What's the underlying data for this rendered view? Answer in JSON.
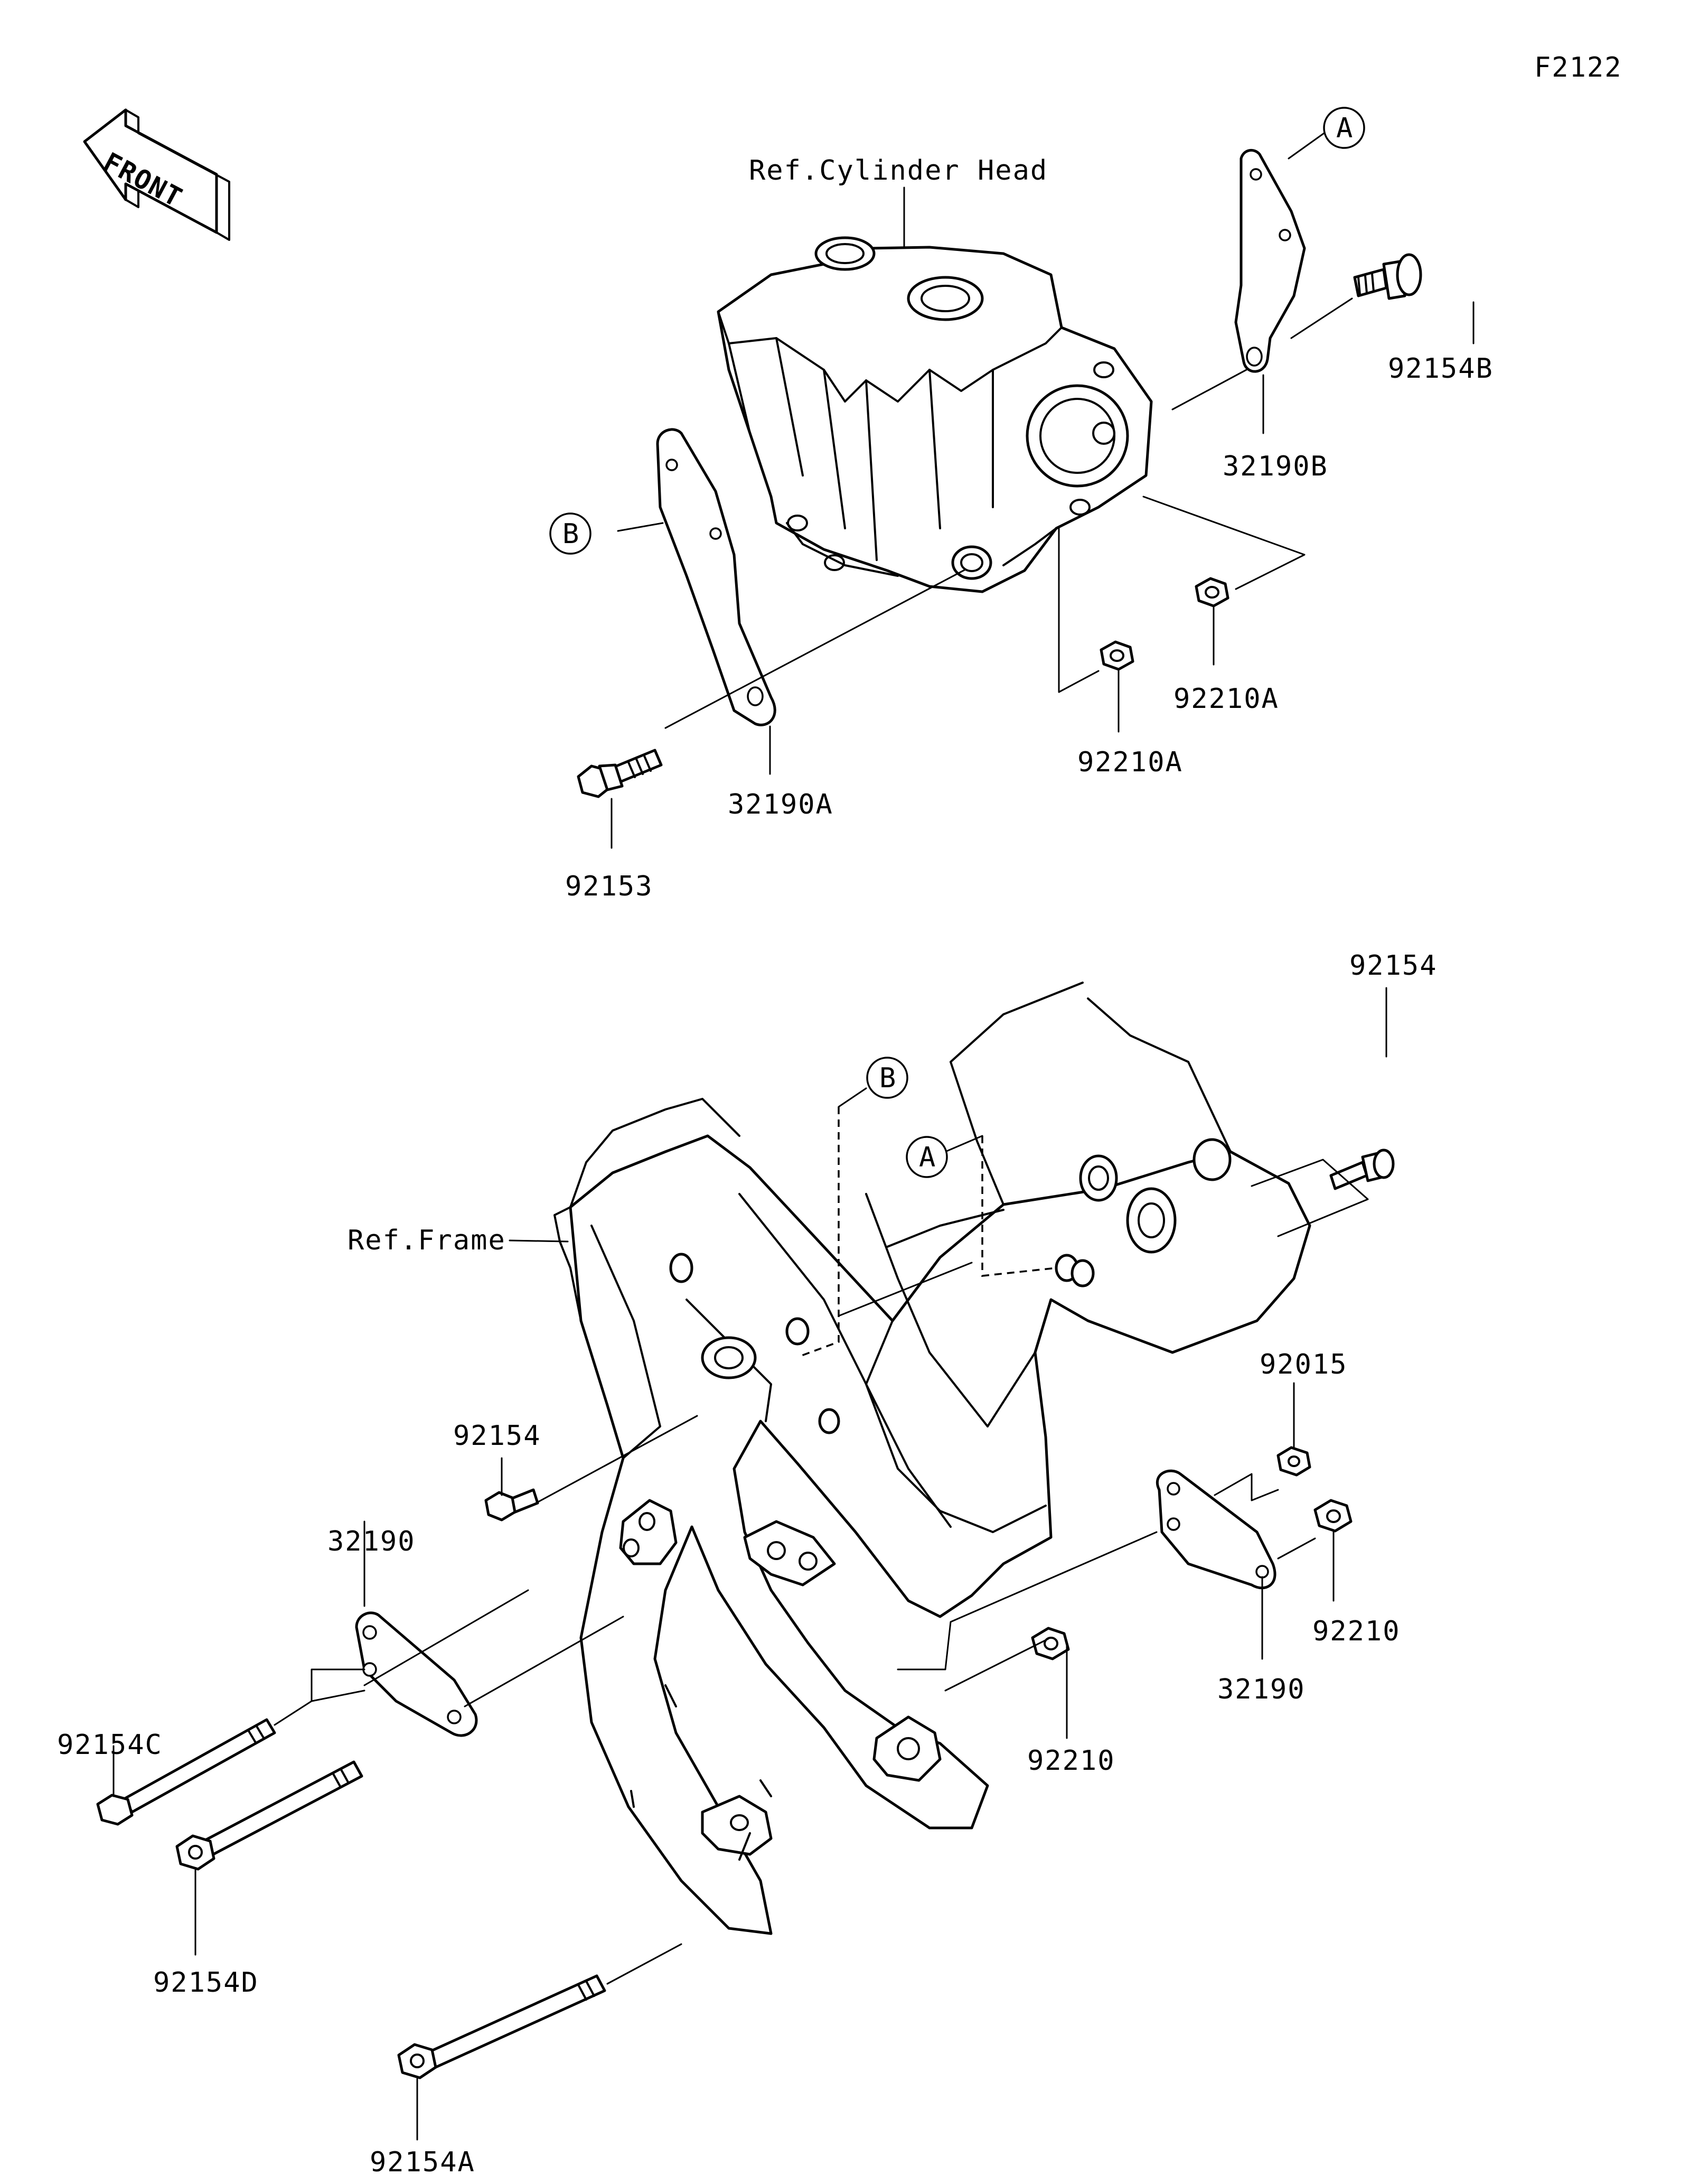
{
  "figure_code": "F2122",
  "front_arrow": {
    "text": "FRONT",
    "icon": "front-direction-arrow-icon"
  },
  "references": {
    "cylinder_head": "Ref.Cylinder Head",
    "frame": "Ref.Frame"
  },
  "markers": {
    "a_top": "A",
    "b_top": "B",
    "a_frame": "A",
    "b_frame": "B"
  },
  "parts": {
    "p92154B": "92154B",
    "p32190B": "32190B",
    "p92210A_right": "92210A",
    "p92210A_left": "92210A",
    "p32190A": "32190A",
    "p92153": "92153",
    "p92154_top": "92154",
    "p92154_left": "92154",
    "p32190_left": "32190",
    "p92015": "92015",
    "p92154C": "92154C",
    "p92210_right": "92210",
    "p32190_right": "32190",
    "p92210_bottom": "92210",
    "p92154D": "92154D",
    "p92154A": "92154A"
  }
}
